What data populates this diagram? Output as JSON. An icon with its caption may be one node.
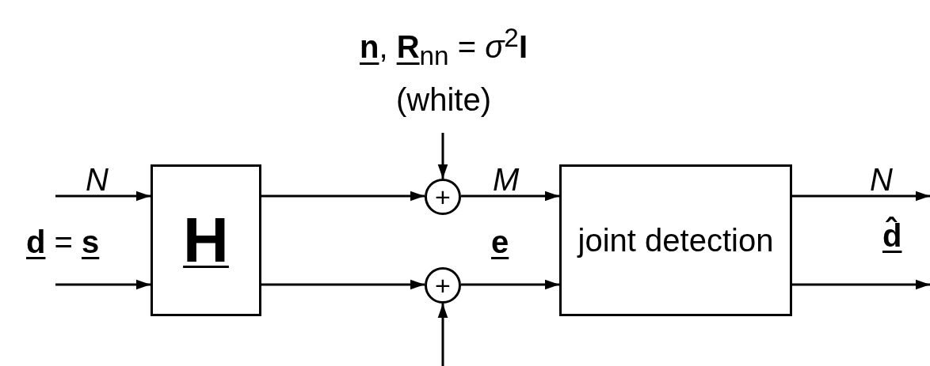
{
  "diagram": {
    "nodes": [
      {
        "text": [
          "H"
        ]
      },
      {
        "text": [
          "+"
        ]
      },
      {
        "text": [
          "+"
        ]
      },
      {
        "text": [
          "joint detection"
        ]
      },
      {
        "text": [
          "**n**, **R**$_{nn}$ = *σ*$^{2}$**I**",
          "(white)"
        ]
      }
    ],
    "edges": [
      {
        "from": null,
        "to": 0,
        "arrow": "to"
      },
      {
        "from": null,
        "to": 0,
        "arrow": "to"
      },
      {
        "from": 0,
        "to": 1,
        "arrow": "to"
      },
      {
        "from": 0,
        "to": 2,
        "arrow": "to"
      },
      {
        "from": 4,
        "to": 1,
        "arrow": "to"
      },
      {
        "from": null,
        "to": 2,
        "arrow": "to"
      },
      {
        "from": 1,
        "to": 3,
        "arrow": "to"
      },
      {
        "from": 2,
        "to": 3,
        "arrow": "to"
      },
      {
        "from": 3,
        "to": null,
        "arrow": "to"
      },
      {
        "from": 3,
        "to": null,
        "arrow": "to"
      }
    ],
    "labels": [
      "N",
      "**d** = **s**",
      "M",
      "**e**",
      "N",
      "d̂"
    ]
  }
}
